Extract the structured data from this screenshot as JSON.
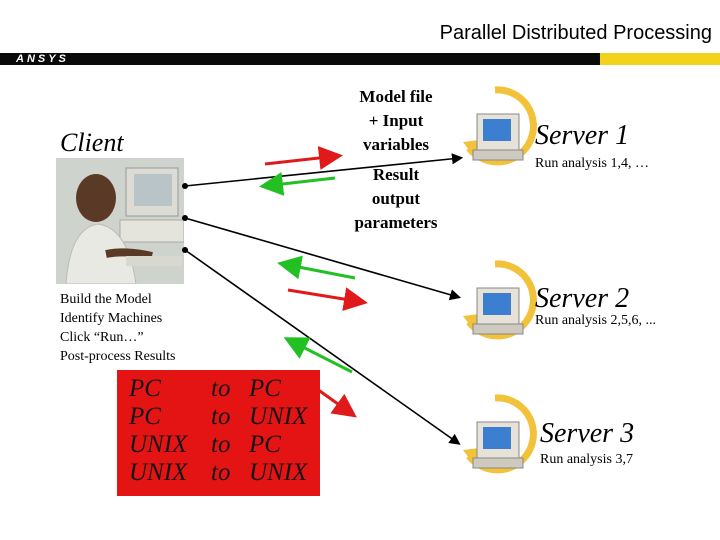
{
  "header": {
    "title": "Parallel Distributed Processing",
    "logo_text": "ANSYS"
  },
  "client": {
    "label": "Client",
    "steps": [
      "Build the Model",
      "Identify Machines",
      "Click “Run…”",
      "Post-process Results"
    ]
  },
  "messages": {
    "request": "Model file\n+ Input\nvariables",
    "response": "Result\noutput\nparameters"
  },
  "servers": [
    {
      "title": "Server 1",
      "subtitle": "Run analysis 1,4, …"
    },
    {
      "title": "Server 2",
      "subtitle": "Run analysis 2,5,6, ..."
    },
    {
      "title": "Server 3",
      "subtitle": "Run analysis 3,7"
    }
  ],
  "platforms": [
    {
      "from": "PC",
      "to_word": "to",
      "to": "PC"
    },
    {
      "from": "PC",
      "to_word": "to",
      "to": "UNIX"
    },
    {
      "from": "UNIX",
      "to_word": "to",
      "to": "PC"
    },
    {
      "from": "UNIX",
      "to_word": "to",
      "to": "UNIX"
    }
  ],
  "colors": {
    "request_arrow": "#e01a1a",
    "response_arrow": "#22c022",
    "platform_box": "#e41414",
    "header_accent": "#f3d21b",
    "cycle_arrow": "#f2c23a"
  },
  "icons": [
    "computer-user-photo",
    "server-computer-icon",
    "cycle-arrow-icon"
  ]
}
